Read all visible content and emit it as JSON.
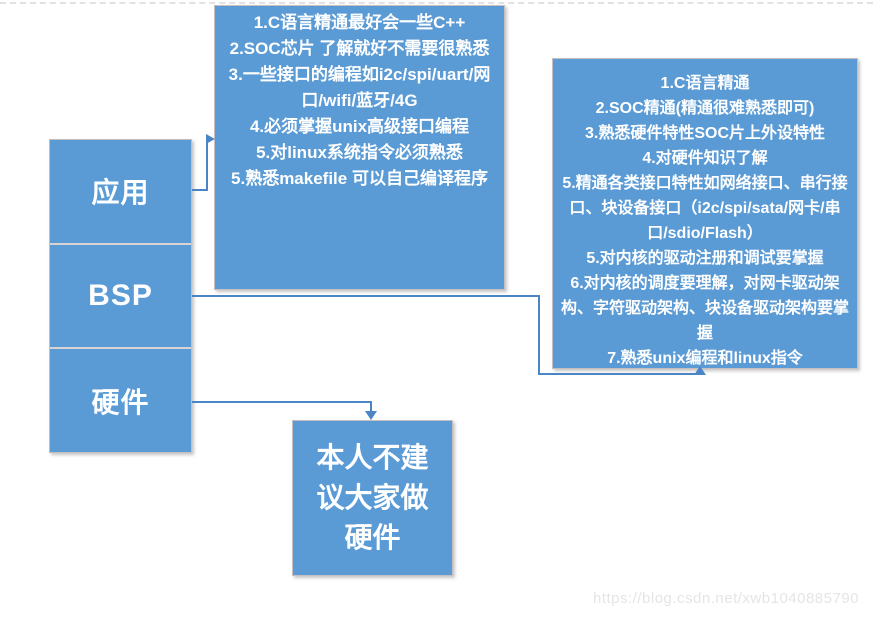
{
  "colors": {
    "box_fill": "#5b9bd5",
    "box_border": "#c7bfbf",
    "connector": "#4a86c6",
    "text": "#ffffff",
    "watermark": "#e5e5e5"
  },
  "diagram": {
    "stack": {
      "items": [
        "应用",
        "BSP",
        "硬件"
      ]
    },
    "app_box": {
      "items": [
        "1.C语言精通最好会一些C++",
        "2.SOC芯片 了解就好不需要很熟悉",
        "3.一些接口的编程如i2c/spi/uart/网口/wifi/蓝牙/4G",
        "4.必须掌握unix高级接口编程",
        "5.对linux系统指令必须熟悉",
        "5.熟悉makefile 可以自己编译程序"
      ]
    },
    "bsp_box": {
      "items": [
        "1.C语言精通",
        "2.SOC精通(精通很难熟悉即可)",
        "3.熟悉硬件特性SOC片上外设特性",
        "4.对硬件知识了解",
        "5.精通各类接口特性如网络接口、串行接口、块设备接口（i2c/spi/sata/网卡/串口/sdio/Flash）",
        "5.对内核的驱动注册和调试要掌握",
        "6.对内核的调度要理解，对网卡驱动架构、字符驱动架构、块设备驱动架构要掌握",
        "7.熟悉unix编程和linux指令"
      ]
    },
    "hardware_box": {
      "text": "本人不建议大家做硬件"
    }
  },
  "watermark": {
    "text": "https://blog.csdn.net/xwb1040885790"
  }
}
